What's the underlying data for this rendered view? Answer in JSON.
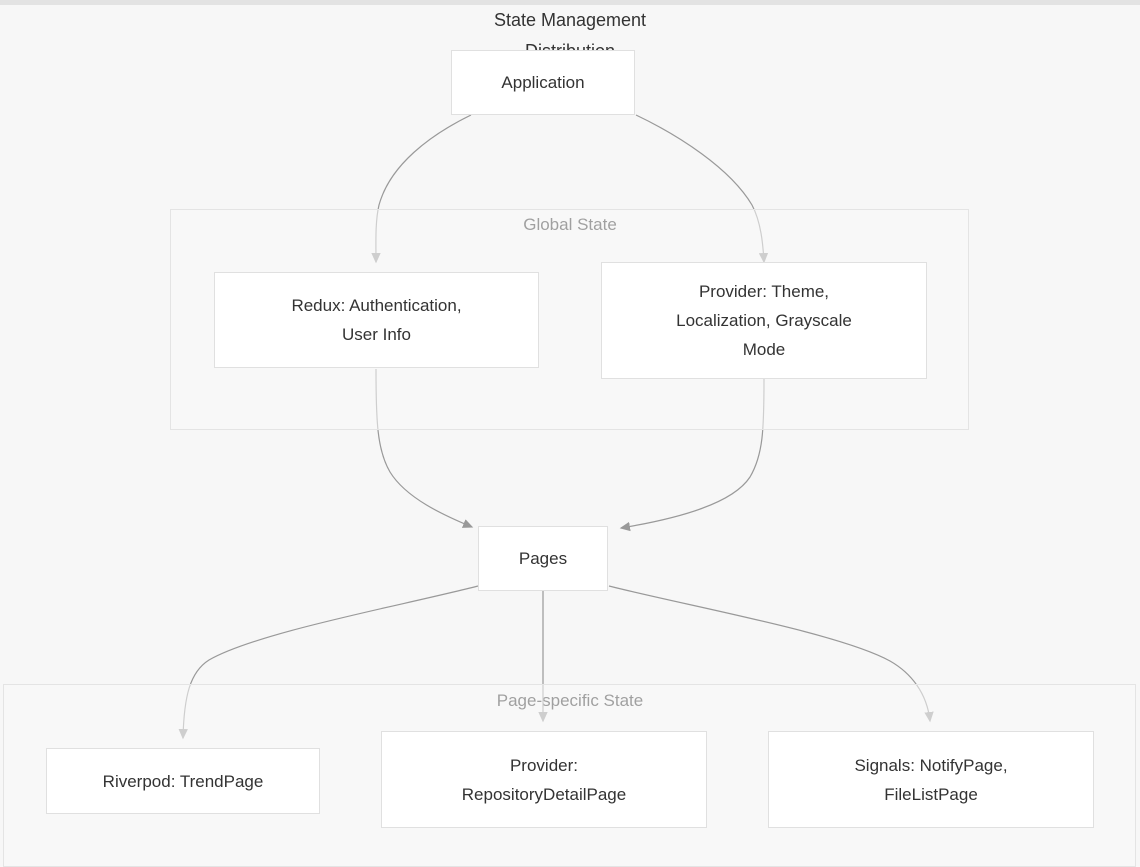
{
  "diagram": {
    "title": "State Management\nDistribution",
    "background_color": "#f7f7f7",
    "node_fill": "#ffffff",
    "node_border": "#e0e0e0",
    "edge_color": "#999999",
    "text_color": "#333333"
  },
  "clusters": [
    {
      "id": "global-state",
      "label": "Global State"
    },
    {
      "id": "page-specific-state",
      "label": "Page-specific State"
    }
  ],
  "nodes": [
    {
      "id": "application",
      "label": "Application"
    },
    {
      "id": "redux",
      "label": "Redux: Authentication,\nUser Info"
    },
    {
      "id": "provider-global",
      "label": "Provider: Theme,\nLocalization, Grayscale\nMode"
    },
    {
      "id": "pages",
      "label": "Pages"
    },
    {
      "id": "riverpod",
      "label": "Riverpod: TrendPage"
    },
    {
      "id": "provider-detail",
      "label": "Provider:\nRepositoryDetailPage"
    },
    {
      "id": "signals",
      "label": "Signals: NotifyPage,\nFileListPage"
    }
  ],
  "edges": [
    {
      "from": "application",
      "to": "redux"
    },
    {
      "from": "application",
      "to": "provider-global"
    },
    {
      "from": "redux",
      "to": "pages"
    },
    {
      "from": "provider-global",
      "to": "pages"
    },
    {
      "from": "pages",
      "to": "riverpod"
    },
    {
      "from": "pages",
      "to": "provider-detail"
    },
    {
      "from": "pages",
      "to": "signals"
    }
  ]
}
